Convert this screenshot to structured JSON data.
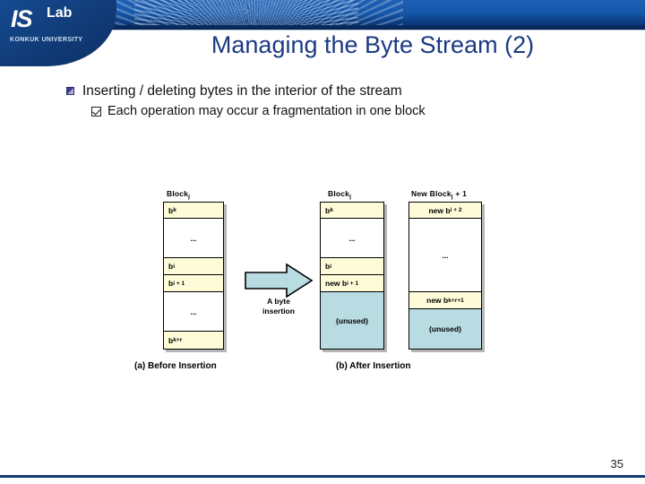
{
  "logo": {
    "is": "IS",
    "lab": "Lab",
    "university": "KONKUK UNIVERSITY"
  },
  "title": "Managing the Byte Stream (2)",
  "bullets": {
    "level1": "Inserting / deleting bytes in the interior of the stream",
    "level2": "Each operation may occur a fragmentation in one block"
  },
  "diagram": {
    "arrow_label_line1": "A byte",
    "arrow_label_line2": "insertion",
    "caption_a": "(a) Before Insertion",
    "caption_b": "(b) After Insertion",
    "blocks": [
      {
        "label_main": "Block",
        "label_sub": "j",
        "label_tail": "",
        "rows": [
          {
            "text": "b",
            "sub": "k",
            "tail": "",
            "fill": "yellow",
            "align": "left",
            "h": 18
          },
          {
            "text": "...",
            "sub": "",
            "tail": "",
            "fill": "white",
            "align": "center",
            "h": 44
          },
          {
            "text": "b",
            "sub": "i",
            "tail": "",
            "fill": "yellow",
            "align": "left",
            "h": 19
          },
          {
            "text": "b",
            "sub": "i + 1",
            "tail": "",
            "fill": "yellow",
            "align": "left",
            "h": 19
          },
          {
            "text": "...",
            "sub": "",
            "tail": "",
            "fill": "white",
            "align": "center",
            "h": 44
          },
          {
            "text": "b",
            "sub": "k+r",
            "tail": "",
            "fill": "yellow",
            "align": "left",
            "h": 19
          }
        ]
      },
      {
        "label_main": "Block",
        "label_sub": "j",
        "label_tail": "",
        "rows": [
          {
            "text": "b",
            "sub": "k",
            "tail": "",
            "fill": "yellow",
            "align": "left",
            "h": 18
          },
          {
            "text": "...",
            "sub": "",
            "tail": "",
            "fill": "white",
            "align": "center",
            "h": 44
          },
          {
            "text": "b",
            "sub": "i",
            "tail": "",
            "fill": "yellow",
            "align": "left",
            "h": 19
          },
          {
            "text": "new b",
            "sub": "i + 1",
            "tail": "",
            "fill": "yellow",
            "align": "left",
            "h": 19
          },
          {
            "text": "(unused)",
            "sub": "",
            "tail": "",
            "fill": "cyan",
            "align": "center",
            "h": 63
          }
        ]
      },
      {
        "label_main": "New Block",
        "label_sub": "j",
        "label_tail": " + 1",
        "rows": [
          {
            "text": "new b",
            "sub": "i + 2",
            "tail": "",
            "fill": "yellow",
            "align": "center",
            "h": 18
          },
          {
            "text": "...",
            "sub": "",
            "tail": "",
            "fill": "white",
            "align": "center",
            "h": 82
          },
          {
            "text": "new b",
            "sub": "k+r+1",
            "tail": "",
            "fill": "yellow",
            "align": "center",
            "h": 19
          },
          {
            "text": "(unused)",
            "sub": "",
            "tail": "",
            "fill": "cyan",
            "align": "center",
            "h": 44
          }
        ]
      }
    ]
  },
  "footer": {
    "page_number": "35"
  },
  "colors": {
    "title": "#1b3a82",
    "header_blue": "#1558ab",
    "header_dark": "#0a2d63",
    "row_yellow": "#fdfbd8",
    "row_cyan": "#b9dce2",
    "footer_navy": "#123a73"
  }
}
